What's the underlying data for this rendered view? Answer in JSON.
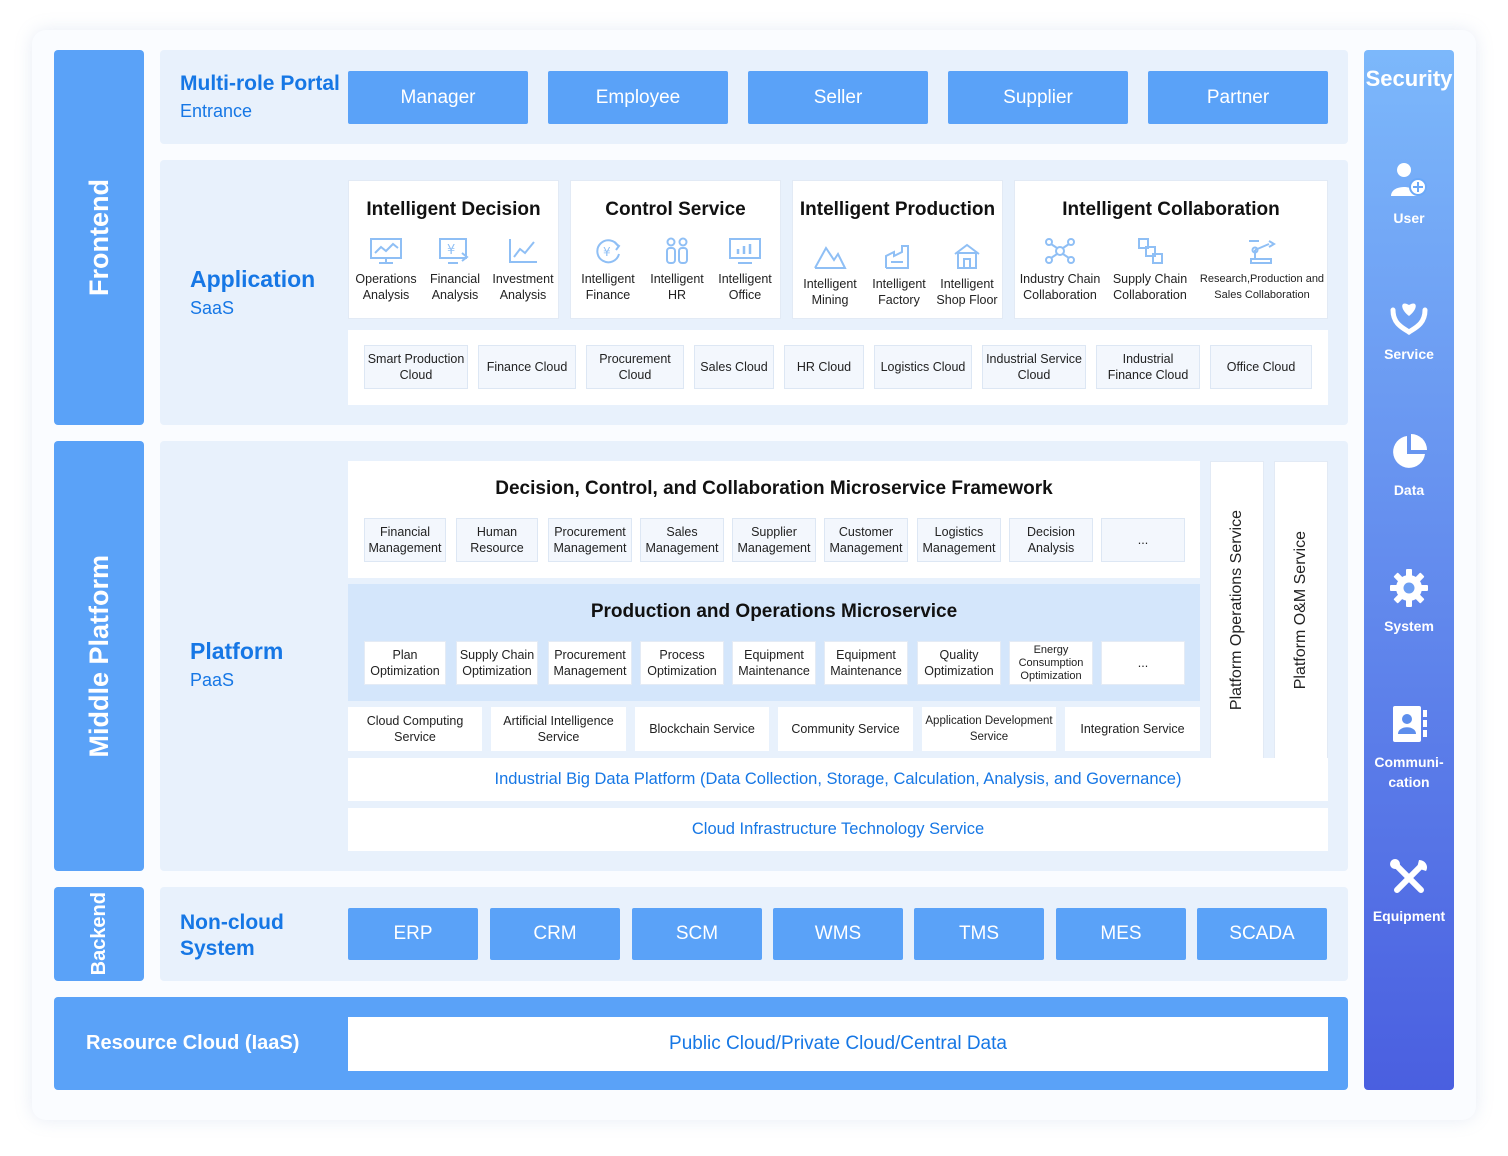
{
  "frontend": {
    "label": "Frontend",
    "portal": {
      "title": "Multi-role Portal",
      "subtitle": "Entrance",
      "roles": [
        "Manager",
        "Employee",
        "Seller",
        "Supplier",
        "Partner"
      ]
    },
    "application": {
      "title": "Application",
      "subtitle": "SaaS",
      "groups": [
        {
          "title": "Intelligent Decision",
          "items": [
            {
              "label": "Operations Analysis",
              "icon": "monitor-chart-icon"
            },
            {
              "label": "Financial Analysis",
              "icon": "yen-monitor-icon"
            },
            {
              "label": "Investment Analysis",
              "icon": "line-chart-icon"
            }
          ]
        },
        {
          "title": "Control Service",
          "items": [
            {
              "label": "Intelligent Finance",
              "icon": "yen-refresh-icon"
            },
            {
              "label": "Intelligent HR",
              "icon": "people-icon"
            },
            {
              "label": "Intelligent Office",
              "icon": "monitor-bars-icon"
            }
          ]
        },
        {
          "title": "Intelligent Production",
          "items": [
            {
              "label": "Intelligent Mining",
              "icon": "mountain-icon"
            },
            {
              "label": "Intelligent Factory",
              "icon": "factory-icon"
            },
            {
              "label": "Intelligent Shop Floor",
              "icon": "house-icon"
            }
          ]
        },
        {
          "title": "Intelligent Collaboration",
          "items": [
            {
              "label": "Industry Chain Collaboration",
              "icon": "network-icon"
            },
            {
              "label": "Supply Chain Collaboration",
              "icon": "blocks-icon"
            },
            {
              "label": "Research,Production and Sales Collaboration",
              "icon": "robot-arm-icon"
            }
          ]
        }
      ],
      "clouds": [
        "Smart Production Cloud",
        "Finance Cloud",
        "Procurement Cloud",
        "Sales Cloud",
        "HR Cloud",
        "Logistics Cloud",
        "Industrial Service Cloud",
        "Industrial Finance Cloud",
        "Office Cloud"
      ]
    }
  },
  "middle": {
    "label": "Middle Platform",
    "platform": {
      "title": "Platform",
      "subtitle": "PaaS"
    },
    "framework": {
      "title": "Decision, Control, and Collaboration Microservice Framework",
      "items": [
        "Financial Management",
        "Human Resource",
        "Procurement Management",
        "Sales Management",
        "Supplier Management",
        "Customer Management",
        "Logistics Management",
        "Decision Analysis",
        "..."
      ]
    },
    "production": {
      "title": "Production and Operations Microservice",
      "items": [
        "Plan Optimization",
        "Supply Chain Optimization",
        "Procurement Management",
        "Process Optimization",
        "Equipment Maintenance",
        "Equipment Maintenance",
        "Quality Optimization",
        "Energy Consumption Optimization",
        "..."
      ]
    },
    "services": [
      "Cloud Computing Service",
      "Artificial Intelligence Service",
      "Blockchain Service",
      "Community Service",
      "Application Development Service",
      "Integration Service"
    ],
    "big_data": "Industrial Big Data Platform (Data Collection, Storage, Calculation, Analysis, and Governance)",
    "infrastructure": "Cloud Infrastructure Technology Service",
    "side": [
      "Platform Operations Service",
      "Platform O&M Service"
    ]
  },
  "backend": {
    "label": "Backend",
    "title_line1": "Non-cloud",
    "title_line2": "System",
    "systems": [
      "ERP",
      "CRM",
      "SCM",
      "WMS",
      "TMS",
      "MES",
      "SCADA"
    ]
  },
  "resource": {
    "label": "Resource Cloud (IaaS)",
    "content": "Public Cloud/Private Cloud/Central Data"
  },
  "security": {
    "title": "Security",
    "items": [
      {
        "label": "User",
        "icon": "user-add-icon"
      },
      {
        "label": "Service",
        "icon": "heart-hand-icon"
      },
      {
        "label": "Data",
        "icon": "pie-chart-icon"
      },
      {
        "label": "System",
        "icon": "gear-icon"
      },
      {
        "label": "Communi-",
        "label2": "cation",
        "icon": "contact-book-icon"
      },
      {
        "label": "Equipment",
        "icon": "tools-icon"
      }
    ]
  },
  "colors": {
    "accent": "#5aa2f8",
    "panel": "#e8f1fc",
    "text_blue": "#1677e5",
    "security_top": "#7cb8fb",
    "security_bottom": "#4a5fe0"
  }
}
